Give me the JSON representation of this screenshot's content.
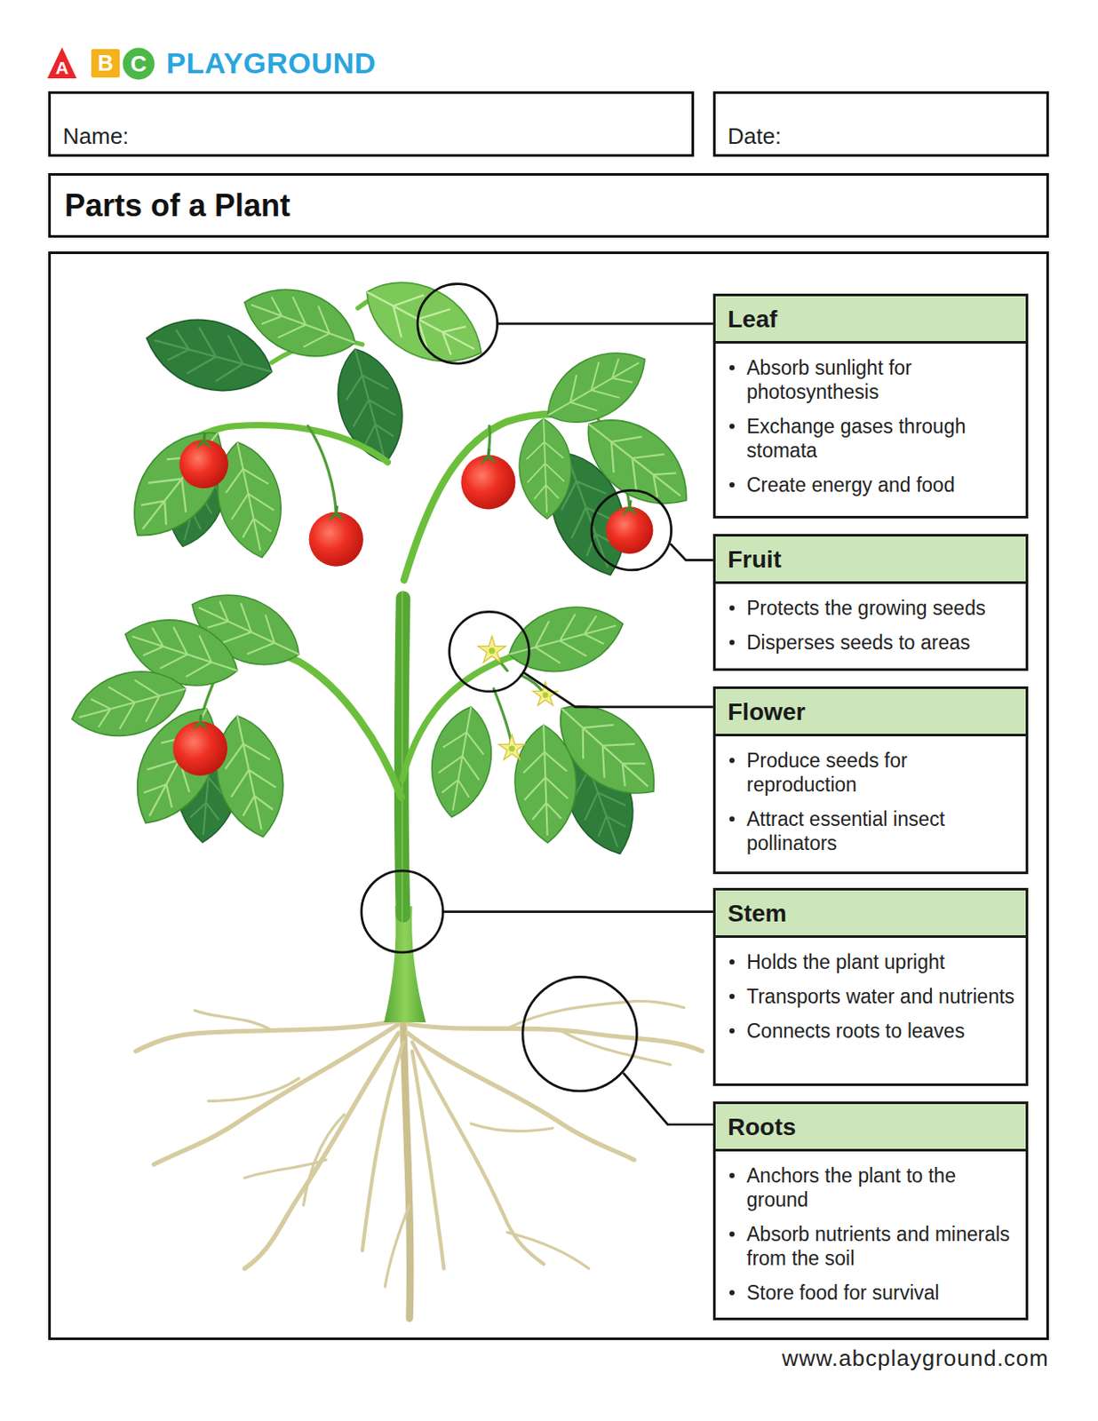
{
  "diagram": {
    "title": "Parts of a Plant",
    "nodes": [
      {
        "text": [
          "A"
        ]
      },
      {
        "text": [
          "B"
        ]
      },
      {
        "text": [
          "C"
        ]
      },
      {
        "text": [
          "Name:"
        ]
      },
      {
        "text": [
          "Date:"
        ]
      },
      {
        "text": [
          "Leaf",
          "Absorb sunlight for photosynthesis",
          "Exchange gases through stomata",
          "Create energy and food"
        ]
      },
      {
        "text": [
          "Fruit",
          "Protects the growing seeds",
          "Disperses seeds to areas"
        ]
      },
      {
        "text": [
          "Flower",
          "Produce seeds for reproduction",
          "Attract essential insect pollinators"
        ]
      },
      {
        "text": [
          "Stem",
          "Holds the plant upright",
          "Transports water and nutrients",
          "Connects roots to leaves"
        ]
      },
      {
        "text": [
          "Roots",
          "Anchors the plant to the ground",
          "Absorb nutrients and minerals from the soil",
          "Store food for survival"
        ]
      }
    ],
    "labels": [
      "PLAYGROUND",
      "www.abcplayground.com"
    ]
  }
}
